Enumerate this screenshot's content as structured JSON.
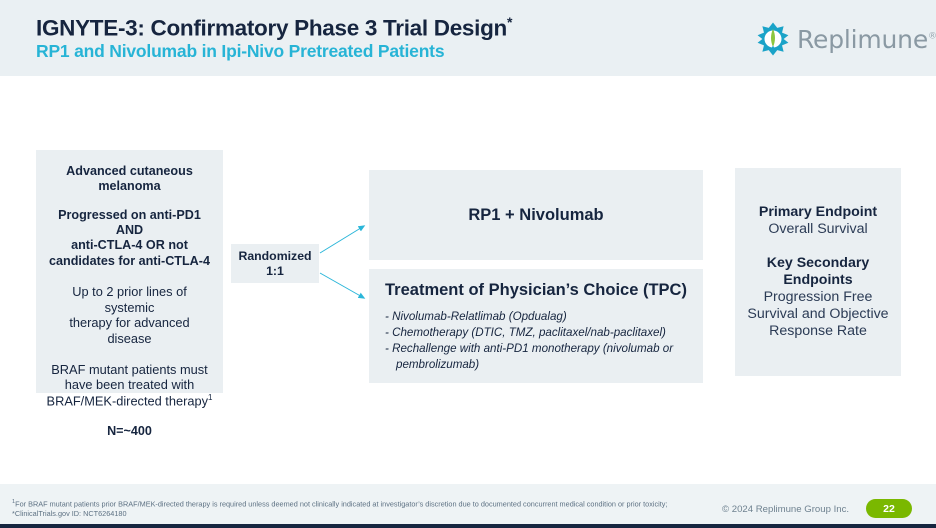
{
  "header": {
    "title": "IGNYTE-3: Confirmatory Phase 3 Trial Design",
    "title_superscript": "*",
    "subtitle": "RP1 and Nivolumab in Ipi-Nivo Pretreated Patients",
    "title_color": "#16253f",
    "subtitle_color": "#27b4d6",
    "band_color": "#eaf0f3"
  },
  "logo": {
    "name": "replimune-logo",
    "wordmark": "Replimune",
    "registered_mark": "®",
    "mark_icon": "replimune-compass-icon",
    "mark_colors": {
      "outer": "#1aa3c8",
      "inner": "#8cc63f"
    },
    "word_color": "#8a99a3"
  },
  "flow": {
    "eligibility": {
      "line1": "Advanced cutaneous",
      "line2": "melanoma",
      "line3": "Progressed on anti-PD1 AND",
      "line4": "anti-CTLA-4 OR not",
      "line5": "candidates for anti-CTLA-4",
      "line6": "Up to 2 prior lines of systemic",
      "line7": "therapy for advanced disease",
      "line8": "BRAF mutant patients must",
      "line9": "have been treated with",
      "line10": "BRAF/MEK-directed therapy",
      "line10_sup": "1",
      "enrollment": "N=~400"
    },
    "randomization": {
      "line1": "Randomized",
      "line2": "1:1"
    },
    "arm1": {
      "label": "RP1 + Nivolumab"
    },
    "arm2": {
      "title": "Treatment of Physician’s Choice (TPC)",
      "item1": "- Nivolumab-Relatlimab (Opdualag)",
      "item2": "- Chemotherapy (DTIC, TMZ, paclitaxel/nab-paclitaxel)",
      "item3": "- Rechallenge with anti-PD1 monotherapy (nivolumab or",
      "item3_cont": "pembrolizumab)"
    },
    "endpoints": {
      "primary_heading": "Primary Endpoint",
      "primary_value": "Overall Survival",
      "secondary_heading_line1": "Key Secondary",
      "secondary_heading_line2": "Endpoints",
      "secondary_value_line1": "Progression Free",
      "secondary_value_line2": "Survival and Objective",
      "secondary_value_line3": "Response Rate"
    },
    "box_fill": "#eaeff2",
    "arrow_color": "#2ab6d9"
  },
  "footer": {
    "footnote_sup": "1",
    "footnote_line1": "For BRAF mutant patients prior BRAF/MEK-directed therapy is required unless deemed not clinically indicated at investigator’s discretion due to documented concurrent medical",
    "footnote_line2": "condition or prior toxicity; *ClinicalTrials.gov ID: NCT6264180",
    "copyright": "© 2024 Replimune Group Inc.",
    "page_number": "22",
    "page_badge_color": "#7ab800",
    "band_color": "#eef3f5",
    "rule_color": "#16253f"
  }
}
